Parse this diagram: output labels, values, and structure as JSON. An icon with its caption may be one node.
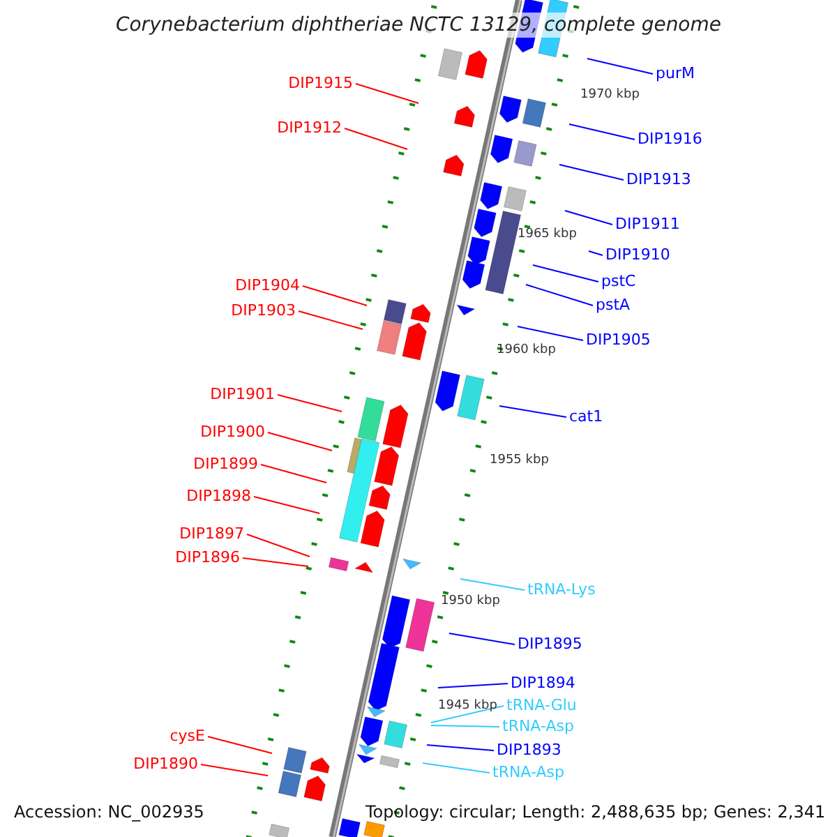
{
  "diagram": {
    "title": "Corynebacterium diphtheriae NCTC 13129, complete genome",
    "nodes": [
      {
        "text": [
          "purM"
        ]
      },
      {
        "text": [
          "DIP1915"
        ]
      },
      {
        "text": [
          "DIP1912"
        ]
      },
      {
        "text": [
          "DIP1916"
        ]
      },
      {
        "text": [
          "DIP1913"
        ]
      },
      {
        "text": [
          "DIP1911"
        ]
      },
      {
        "text": [
          "DIP1910"
        ]
      },
      {
        "text": [
          "pstC"
        ]
      },
      {
        "text": [
          "DIP1904"
        ]
      },
      {
        "text": [
          "pstA"
        ]
      },
      {
        "text": [
          "DIP1903"
        ]
      },
      {
        "text": [
          "DIP1905"
        ]
      },
      {
        "text": [
          "DIP1901"
        ]
      },
      {
        "text": [
          "cat1"
        ]
      },
      {
        "text": [
          "DIP1900"
        ]
      },
      {
        "text": [
          "DIP1899"
        ]
      },
      {
        "text": [
          "DIP1898"
        ]
      },
      {
        "text": [
          "DIP1897"
        ]
      },
      {
        "text": [
          "DIP1896"
        ]
      },
      {
        "text": [
          "tRNA-Lys"
        ]
      },
      {
        "text": [
          "DIP1895"
        ]
      },
      {
        "text": [
          "DIP1894"
        ]
      },
      {
        "text": [
          "tRNA-Glu"
        ]
      },
      {
        "text": [
          "tRNA-Asp"
        ]
      },
      {
        "text": [
          "cysE"
        ]
      },
      {
        "text": [
          "DIP1893"
        ]
      },
      {
        "text": [
          "DIP1890"
        ]
      },
      {
        "text": [
          "tRNA-Asp"
        ]
      }
    ],
    "edges": [
      {
        "from": 0,
        "to": null,
        "arrow": "none"
      },
      {
        "from": 1,
        "to": null,
        "arrow": "none",
        "color": "#ff0000"
      },
      {
        "from": 2,
        "to": null,
        "arrow": "none",
        "color": "#ff0000"
      },
      {
        "from": 3,
        "to": null,
        "arrow": "none"
      },
      {
        "from": 4,
        "to": null,
        "arrow": "none"
      },
      {
        "from": 5,
        "to": null,
        "arrow": "none"
      },
      {
        "from": 6,
        "to": null,
        "arrow": "none"
      },
      {
        "from": 7,
        "to": null,
        "arrow": "none"
      },
      {
        "from": 8,
        "to": null,
        "arrow": "none",
        "color": "#ff0000"
      },
      {
        "from": 9,
        "to": null,
        "arrow": "none"
      },
      {
        "from": 10,
        "to": null,
        "arrow": "none",
        "color": "#ff0000"
      },
      {
        "from": 11,
        "to": null,
        "arrow": "none"
      },
      {
        "from": 12,
        "to": null,
        "arrow": "none",
        "color": "#ff0000"
      },
      {
        "from": 13,
        "to": null,
        "arrow": "none"
      },
      {
        "from": 14,
        "to": null,
        "arrow": "none",
        "color": "#ff0000"
      },
      {
        "from": 15,
        "to": null,
        "arrow": "none",
        "color": "#ff0000"
      },
      {
        "from": 16,
        "to": null,
        "arrow": "none",
        "color": "#ff0000"
      },
      {
        "from": 17,
        "to": null,
        "arrow": "none",
        "color": "#ff0000"
      },
      {
        "from": 18,
        "to": null,
        "arrow": "none",
        "color": "#ff0000"
      },
      {
        "from": 19,
        "to": null,
        "arrow": "none",
        "color": "#33ccff"
      },
      {
        "from": 20,
        "to": null,
        "arrow": "none"
      },
      {
        "from": 21,
        "to": null,
        "arrow": "none"
      },
      {
        "from": 22,
        "to": null,
        "arrow": "none",
        "color": "#33ccff"
      },
      {
        "from": 23,
        "to": null,
        "arrow": "none",
        "color": "#33ccff"
      },
      {
        "from": 24,
        "to": null,
        "arrow": "none",
        "color": "#ff0000"
      },
      {
        "from": 25,
        "to": null,
        "arrow": "none"
      },
      {
        "from": 26,
        "to": null,
        "arrow": "none",
        "color": "#ff0000"
      },
      {
        "from": 27,
        "to": null,
        "arrow": "none",
        "color": "#33ccff"
      }
    ],
    "labels": [
      "1970 kbp",
      "1965 kbp",
      "1960 kbp",
      "1955 kbp",
      "1950 kbp",
      "1945 kbp",
      "Accession: NC_002935",
      "Topology: circular; Length: 2,488,635 bp; Genes: 2,341"
    ]
  }
}
